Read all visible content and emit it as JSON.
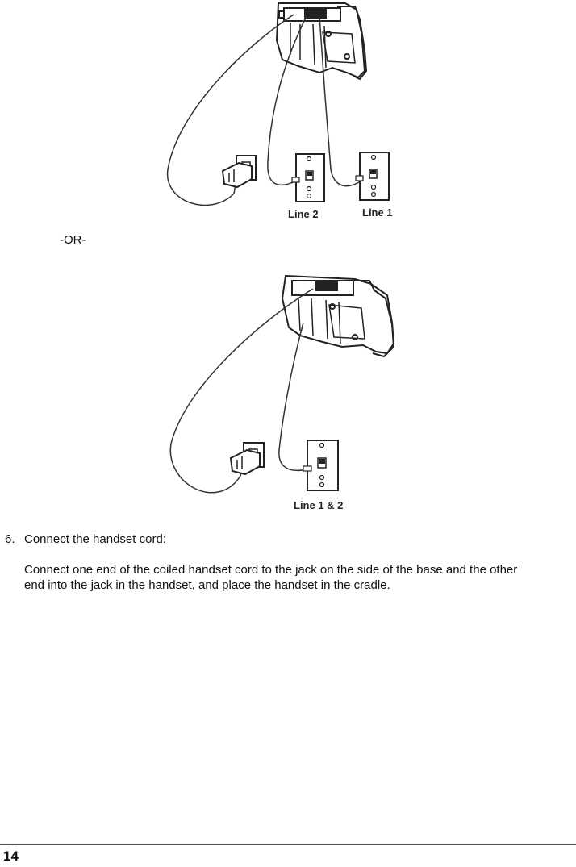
{
  "figure_top": {
    "labels": {
      "line2": "Line 2",
      "line1": "Line 1"
    }
  },
  "separator": "-OR-",
  "figure_bottom": {
    "labels": {
      "line12": "Line 1 & 2"
    }
  },
  "step": {
    "number": "6.",
    "title": "Connect the handset cord:",
    "body": "Connect one end of the coiled handset cord to the jack on the side of the base and the other end into the jack in the handset, and place the handset in the cradle."
  },
  "footer": {
    "page_number": "14"
  }
}
